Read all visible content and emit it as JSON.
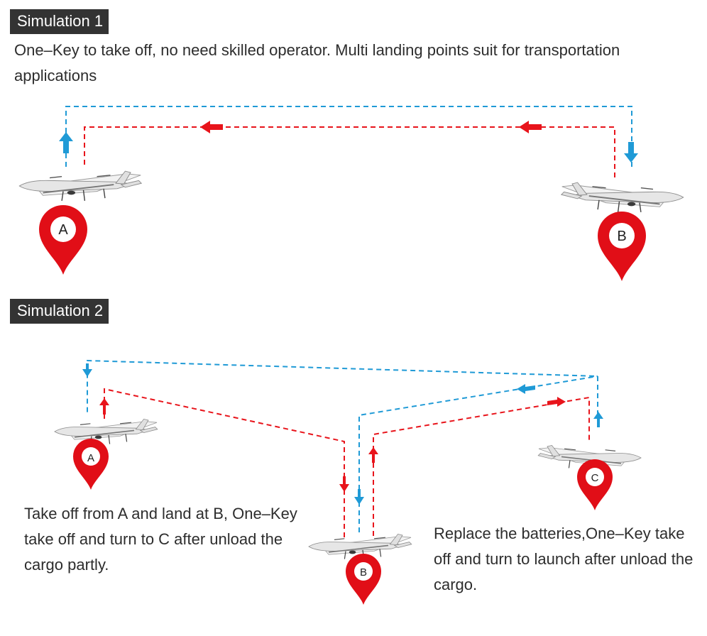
{
  "simulation1": {
    "label": "Simulation 1",
    "description": "One–Key to take off, no need skilled operator. Multi landing points suit for transportation applications",
    "points": [
      "A",
      "B"
    ]
  },
  "simulation2": {
    "label": "Simulation 2",
    "points": [
      "A",
      "B",
      "C"
    ],
    "note_left": "Take off from A and land at B, One–Key take off and turn to C after unload the cargo partly.",
    "note_right": "Replace the batteries,One–Key take off and turn to launch after unload the cargo."
  },
  "colors": {
    "route_blue": "#1f9ad6",
    "route_red": "#e8141b",
    "pin_red": "#e10e17",
    "label_bg": "#333333"
  },
  "icons": [
    "vtol-drone-icon",
    "location-pin-icon",
    "arrow-up-icon",
    "arrow-down-icon",
    "arrow-left-icon",
    "arrow-right-icon"
  ]
}
